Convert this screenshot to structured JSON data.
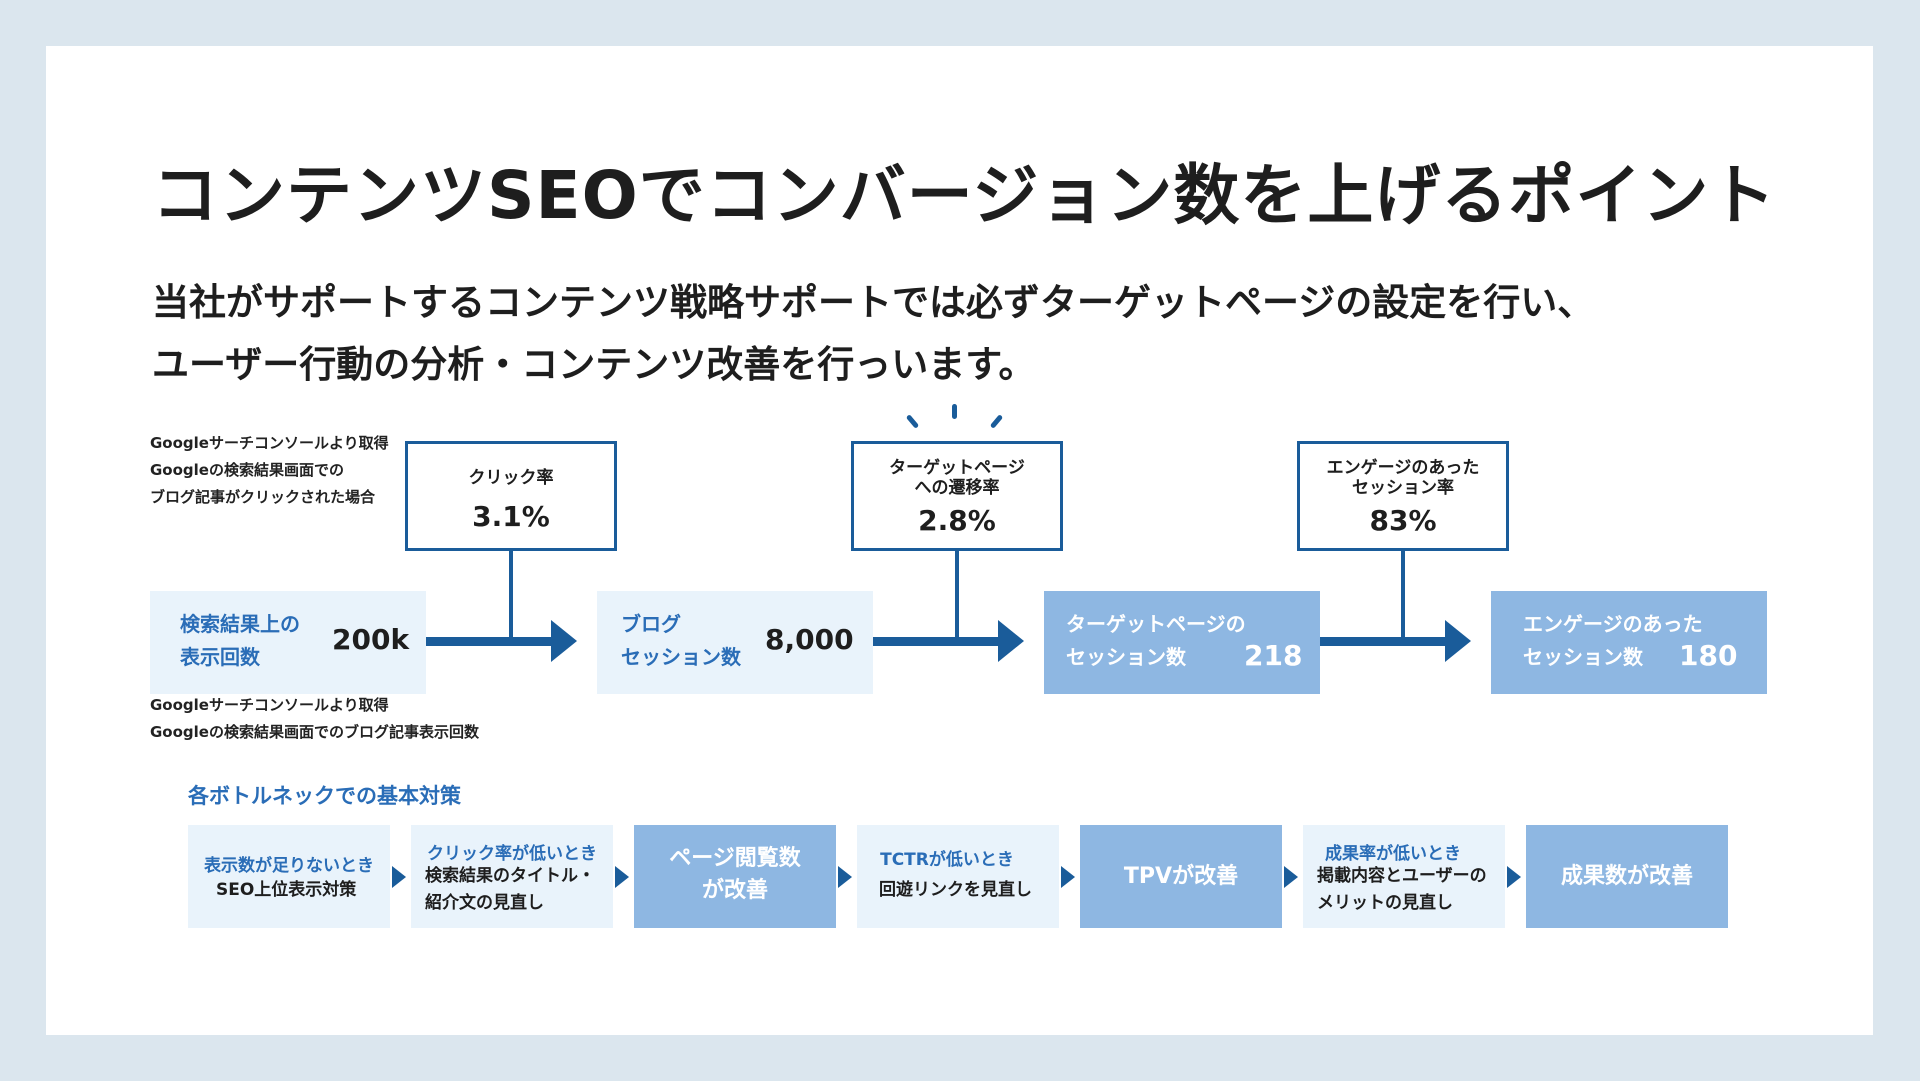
{
  "title": "コンテンツSEOでコンバージョン数を上げるポイント",
  "lead": {
    "line1": "当社がサポートするコンテンツ戦略サポートでは必ずターゲットページの設定を行い、",
    "line2": "ユーザー行動の分析・コンテンツ改善を行っいます。"
  },
  "notes": {
    "top": "Googleサーチコンソールより取得\nGoogleの検索結果画面での\nブログ記事がクリックされた場合",
    "bottom": "Googleサーチコンソールより取得\nGoogleの検索結果画面でのブログ記事表示回数"
  },
  "metrics": [
    {
      "label": "検索結果上の\n表示回数",
      "value": "200k"
    },
    {
      "label": "ブログ\nセッション数",
      "value": "8,000"
    },
    {
      "label": "ターゲットページの\nセッション数",
      "value": "218"
    },
    {
      "label": "エンゲージのあった\nセッション数",
      "value": "180"
    }
  ],
  "rates": [
    {
      "label": "クリック率",
      "value": "3.1%"
    },
    {
      "label": "ターゲットページ\nへの遷移率",
      "value": "2.8%"
    },
    {
      "label": "エンゲージのあった\nセッション率",
      "value": "83%"
    }
  ],
  "bottleneck": {
    "title": "各ボトルネックでの基本対策",
    "steps": [
      {
        "condition": "表示数が足りないとき",
        "action": "SEO上位表示対策"
      },
      {
        "condition": "クリック率が低いとき",
        "action": "検索結果のタイトル・\n紹介文の見直し"
      },
      {
        "result": "ページ閲覧数\nが改善"
      },
      {
        "condition": "TCTRが低いとき",
        "action": "回遊リンクを見直し"
      },
      {
        "result": "TPVが改善"
      },
      {
        "condition": "成果率が低いとき",
        "action": "掲載内容とユーザーの\nメリットの見直し"
      },
      {
        "result": "成果数が改善"
      }
    ]
  },
  "colors": {
    "accent": "#1a5c9a",
    "label_blue": "#2a6db7",
    "light_box": "#e9f3fb",
    "dark_box": "#8eb7e2",
    "frame": "#dbe6ee"
  }
}
